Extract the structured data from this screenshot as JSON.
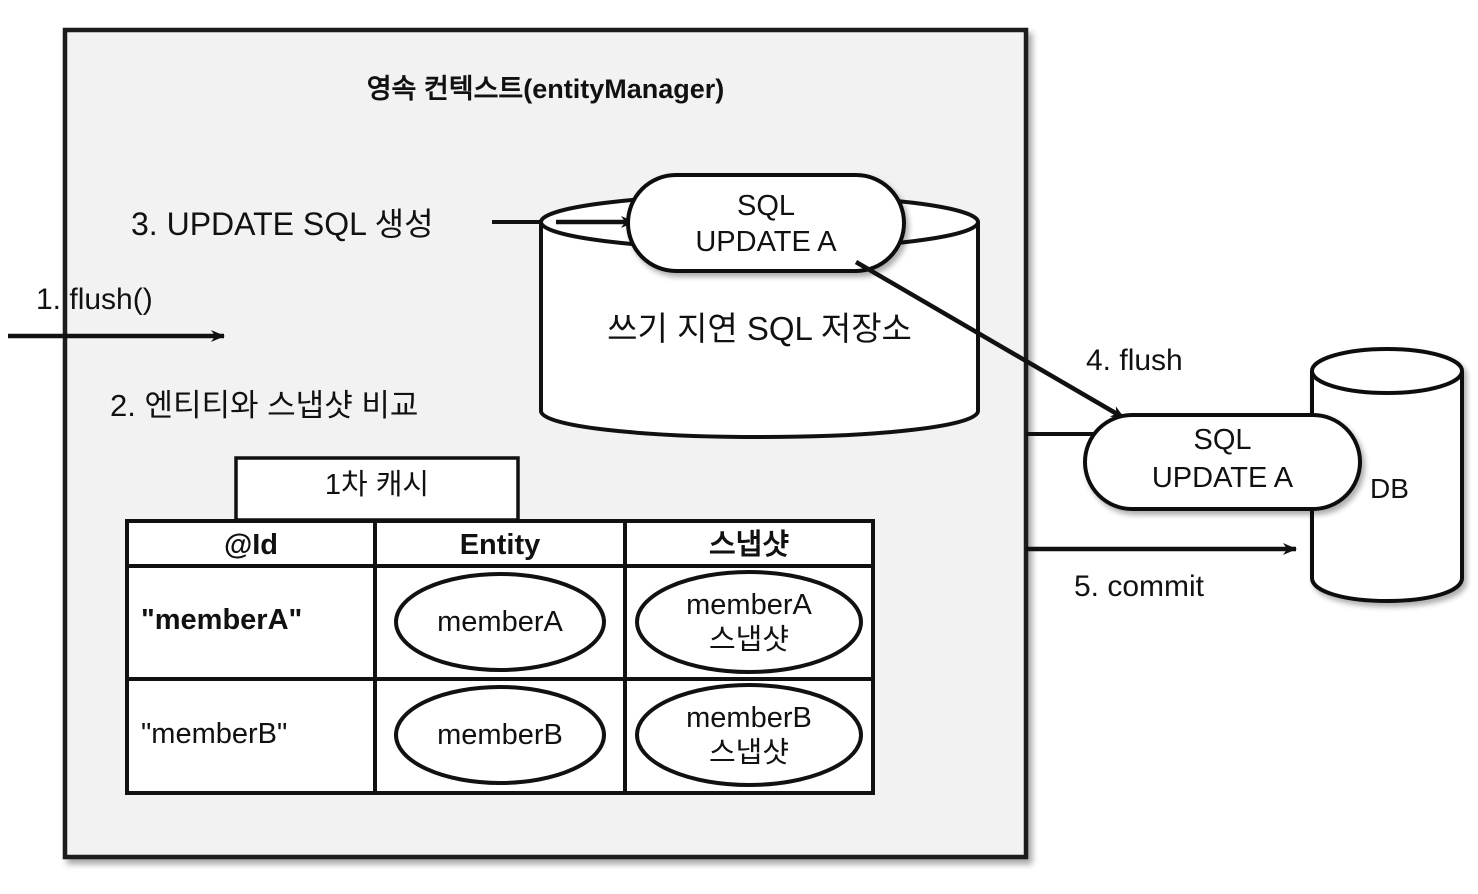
{
  "diagram": {
    "title": "영속 컨텍스트(entityManager)",
    "context_box": {
      "label": "영속 컨텍스트(entityManager)",
      "fill": "#f2f2f2",
      "stroke": "#1a1a1a"
    },
    "steps": [
      {
        "id": "step-1",
        "label": "1. flush()"
      },
      {
        "id": "step-2",
        "label": "2. 엔티티와 스냅샷 비교"
      },
      {
        "id": "step-3",
        "label": "3. UPDATE SQL 생성"
      },
      {
        "id": "step-4",
        "label": "4. flush"
      },
      {
        "id": "step-5",
        "label": "5. commit"
      }
    ],
    "write_behind_store": {
      "name": "쓰기 지연 SQL 저장소",
      "sql_box": {
        "line1": "SQL",
        "line2": "UPDATE A"
      }
    },
    "db": {
      "label": "DB",
      "sql_box": {
        "line1": "SQL",
        "line2": "UPDATE A"
      }
    },
    "first_level_cache": {
      "caption": "1차 캐시",
      "columns": [
        "@Id",
        "Entity",
        "스냅샷"
      ],
      "rows": [
        {
          "id": "\"memberA\"",
          "entity": "memberA",
          "snapshot_line1": "memberA",
          "snapshot_line2": "스냅샷"
        },
        {
          "id": "\"memberB\"",
          "entity": "memberB",
          "snapshot_line1": "memberB",
          "snapshot_line2": "스냅샷"
        }
      ]
    },
    "colors": {
      "ink": "#111111",
      "panel_fill": "#f2f2f2",
      "white": "#ffffff"
    }
  }
}
